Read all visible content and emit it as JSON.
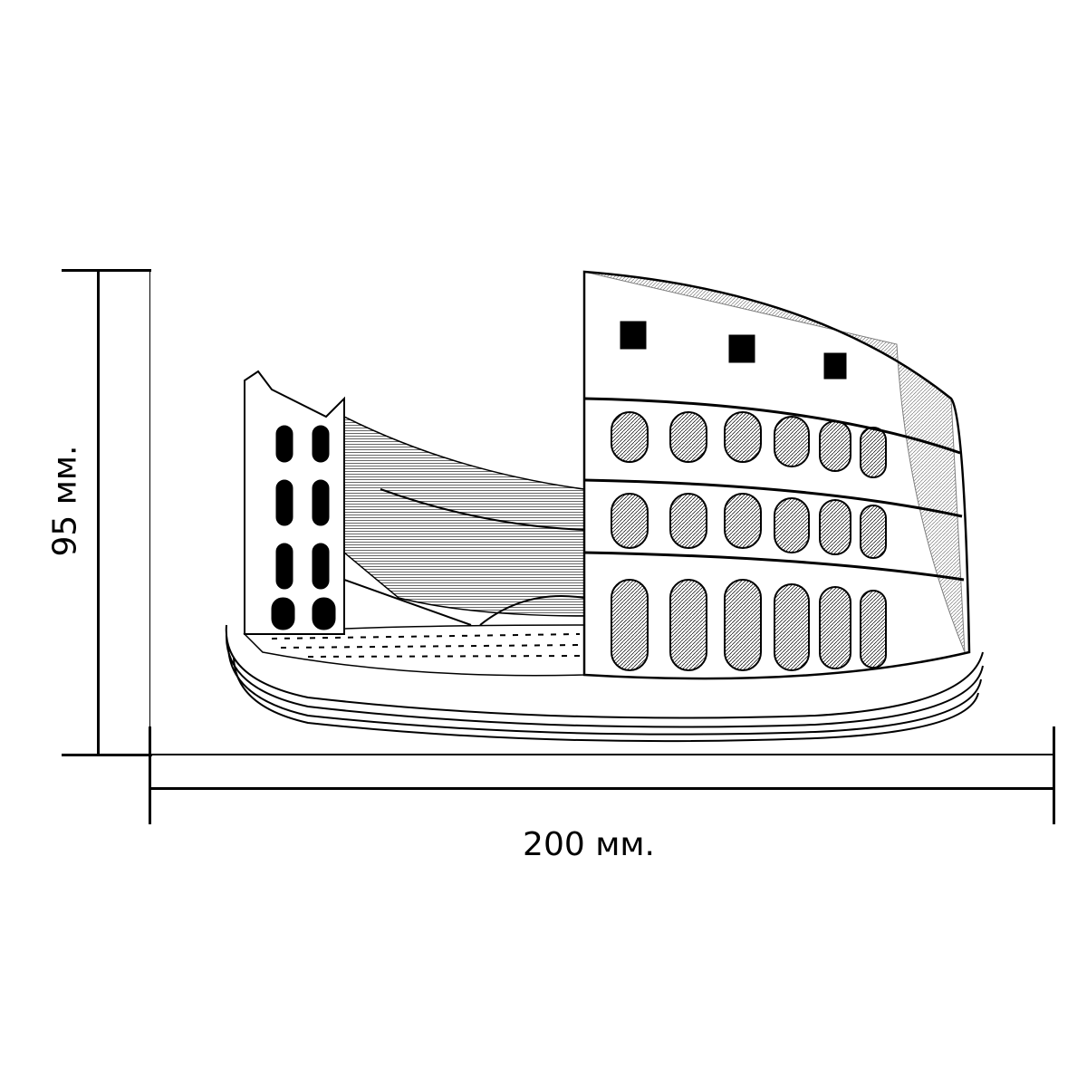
{
  "dimensions": {
    "height_label": "95 мм.",
    "width_label": "200 мм."
  },
  "illustration": {
    "subject": "colosseum-engraving",
    "ink_color": "#000000",
    "background_color": "#ffffff"
  }
}
